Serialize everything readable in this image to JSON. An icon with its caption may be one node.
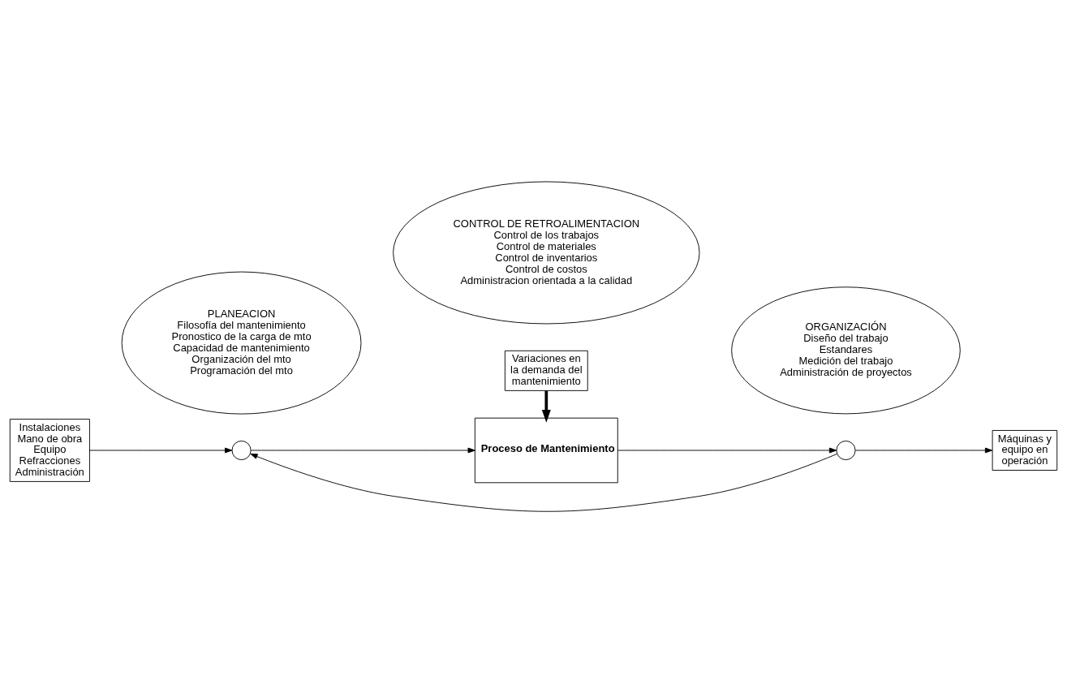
{
  "diagram": {
    "nodes": [
      {
        "text": [
          "Variaciones en la demanda del mantenimiento"
        ]
      },
      {
        "text": [
          "PLANEACION",
          "Filosofía del mantenimiento",
          "Pronostico de la carga de mto",
          "Capacidad de mantenimiento",
          "Organización del mto",
          "Programación del mto"
        ]
      },
      {
        "text": [
          "ORGANIZACIÓN",
          "Diseño del trabajo",
          "Estandares",
          "Medición del trabajo",
          "Administración de proyectos"
        ]
      },
      {
        "text": [
          "CONTROL DE RETROALIMENTACION",
          "Control de los trabajos",
          "Control de materiales",
          "Control de inventarios",
          "Control de costos",
          "Administracion orientada a la calidad"
        ]
      },
      {
        "text": [
          "Proceso de Mantenimiento"
        ]
      },
      {
        "text": [
          "Instalaciones",
          "Mano de obra",
          "Equipo",
          "Refracciones",
          "Administración"
        ]
      },
      {
        "text": [],
        "shape": "circle"
      },
      {
        "text": [],
        "shape": "circle"
      },
      {
        "text": [
          "Máquinas y equipo en operación"
        ]
      }
    ],
    "edges": [
      {
        "from": 5,
        "to": 6,
        "arrow": "to"
      },
      {
        "from": 6,
        "to": 4,
        "arrow": "to"
      },
      {
        "from": 4,
        "to": 7,
        "arrow": "to"
      },
      {
        "from": 7,
        "to": 8,
        "arrow": "to"
      },
      {
        "from": 0,
        "to": 4,
        "arrow": "to",
        "style": "thick"
      },
      {
        "from": 7,
        "to": 6,
        "arrow": "to"
      }
    ]
  }
}
